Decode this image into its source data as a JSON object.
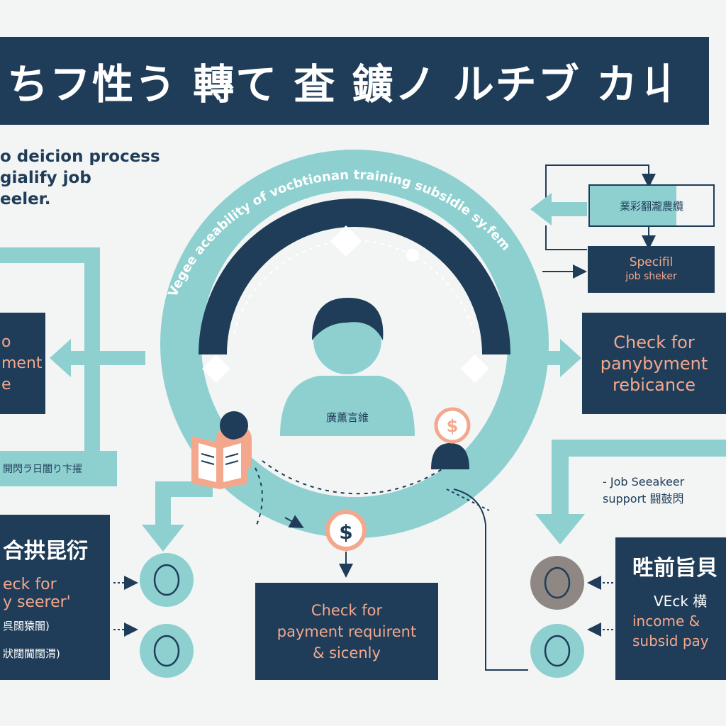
{
  "colors": {
    "navy": "#1f3d58",
    "teal": "#8ed0d0",
    "salmon": "#f3a88e",
    "background": "#f3f4f4",
    "grey_avatar": "#8e8784"
  },
  "banner": {
    "title": "ちフ性う 轉て 査 鑛ノ ルチブ カ丩"
  },
  "intro": {
    "line1": "o deicion process",
    "line2": "gialify job",
    "line3": "eeler."
  },
  "ring": {
    "caption": "Vegee aceability of vocbtionan training subsidie sy.fem"
  },
  "center": {
    "badge_text": "廣薫言維"
  },
  "icons": {
    "dollar_glyph": "$"
  },
  "top_right": {
    "light_box_text": "業彩翻瀧農纜",
    "dark_box_line1": "Specifil",
    "dark_box_line2": "job sheker"
  },
  "right_box": {
    "line1": "Check for",
    "line2": "panybyment",
    "line3": "rebicance"
  },
  "left_box": {
    "line1": "o",
    "line2": "ment",
    "line3": "e"
  },
  "left_strip": {
    "text": "開閃ラ日闇り卞擢"
  },
  "bottom_left_box": {
    "heading": "合拱昆衍",
    "line1": "eck for",
    "line2": "y seerer'",
    "line3": "呉闊猿闇)",
    "line4": "狀闊閫闊渭)"
  },
  "bottom_center_box": {
    "line1": "Check  for",
    "line2": "payment requirent",
    "line3": "& sicenly"
  },
  "support_note": {
    "line1": "- Job Seeakeer",
    "line2": "support 闘鼓閃"
  },
  "bottom_right_box": {
    "heading": "甠前旨貝",
    "line1": "VEck 横",
    "line2": "income  &",
    "line3": "subsid pay"
  }
}
